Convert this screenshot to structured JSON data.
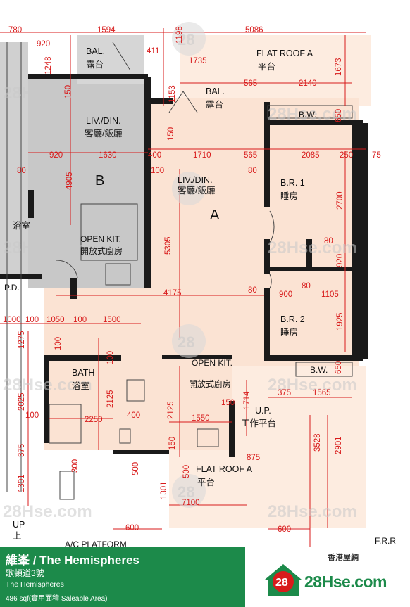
{
  "rooms": {
    "bal_b": {
      "en": "BAL.",
      "zh": "露台"
    },
    "flat_roof_top": {
      "en": "FLAT ROOF A",
      "zh": "平台"
    },
    "bal_a": {
      "en": "BAL.",
      "zh": "露台"
    },
    "bw_top": {
      "en": "B.W."
    },
    "liv_b": {
      "en": "LIV./DIN.",
      "zh": "客廳/飯廳"
    },
    "unit_b": "B",
    "liv_a": {
      "en": "LIV./DIN.",
      "zh": "客廳/飯廳"
    },
    "unit_a": "A",
    "br1": {
      "en": "B.R. 1",
      "zh": "睡房"
    },
    "br2": {
      "en": "B.R. 2",
      "zh": "睡房"
    },
    "bath_left": {
      "zh": "浴室"
    },
    "open_kit_b": {
      "en": "OPEN KIT.",
      "zh": "開放式廚房"
    },
    "pd": "P.D.",
    "bath": {
      "en": "BATH",
      "zh": "浴室"
    },
    "open_kit_a": {
      "en": "OPEN KIT.",
      "zh": "開放式廚房"
    },
    "bw_bottom": {
      "en": "B.W."
    },
    "up_platform": {
      "en": "U.P.",
      "zh": "工作平台"
    },
    "flat_roof_bottom": {
      "en": "FLAT ROOF A",
      "zh": "平台"
    },
    "up_left": {
      "en": "UP",
      "zh": "上"
    },
    "ac_platform": "A/C PLATFORM",
    "frr": "F.R.R"
  },
  "dimensions": [
    "780",
    "1594",
    "1198",
    "5086",
    "920",
    "1248",
    "411",
    "1735",
    "1673",
    "150",
    "1153",
    "565",
    "2140",
    "650",
    "920",
    "1630",
    "400",
    "1710",
    "565",
    "2085",
    "250",
    "75",
    "80",
    "4905",
    "100",
    "150",
    "80",
    "2700",
    "5305",
    "80",
    "920",
    "4175",
    "80",
    "900",
    "80",
    "1105",
    "1925",
    "1000",
    "100",
    "1050",
    "100",
    "1500",
    "1275",
    "100",
    "100",
    "650",
    "375",
    "1565",
    "2025",
    "2125",
    "400",
    "2125",
    "1550",
    "150",
    "1714",
    "100",
    "2250",
    "3528",
    "2901",
    "375",
    "875",
    "300",
    "500",
    "500",
    "150",
    "1301",
    "1301",
    "7100",
    "600",
    "600"
  ],
  "watermarks": {
    "site": "28Hse.com",
    "badge": "28"
  },
  "footer": {
    "title": "維峯 / The Hemispheres",
    "subtitle": "歌頓道3號",
    "name_en": "The Hemispheres",
    "area": "486 sqf(實用面積 Saleable Area)",
    "brand_tag": "香港屋網",
    "brand_badge": "28",
    "brand_name": "28Hse.com"
  },
  "colors": {
    "band": "#1c8a4a",
    "dimension": "#d81b1b",
    "unit_a_fill": "#fbe3d3",
    "unit_b_fill": "#c8c8c8"
  }
}
